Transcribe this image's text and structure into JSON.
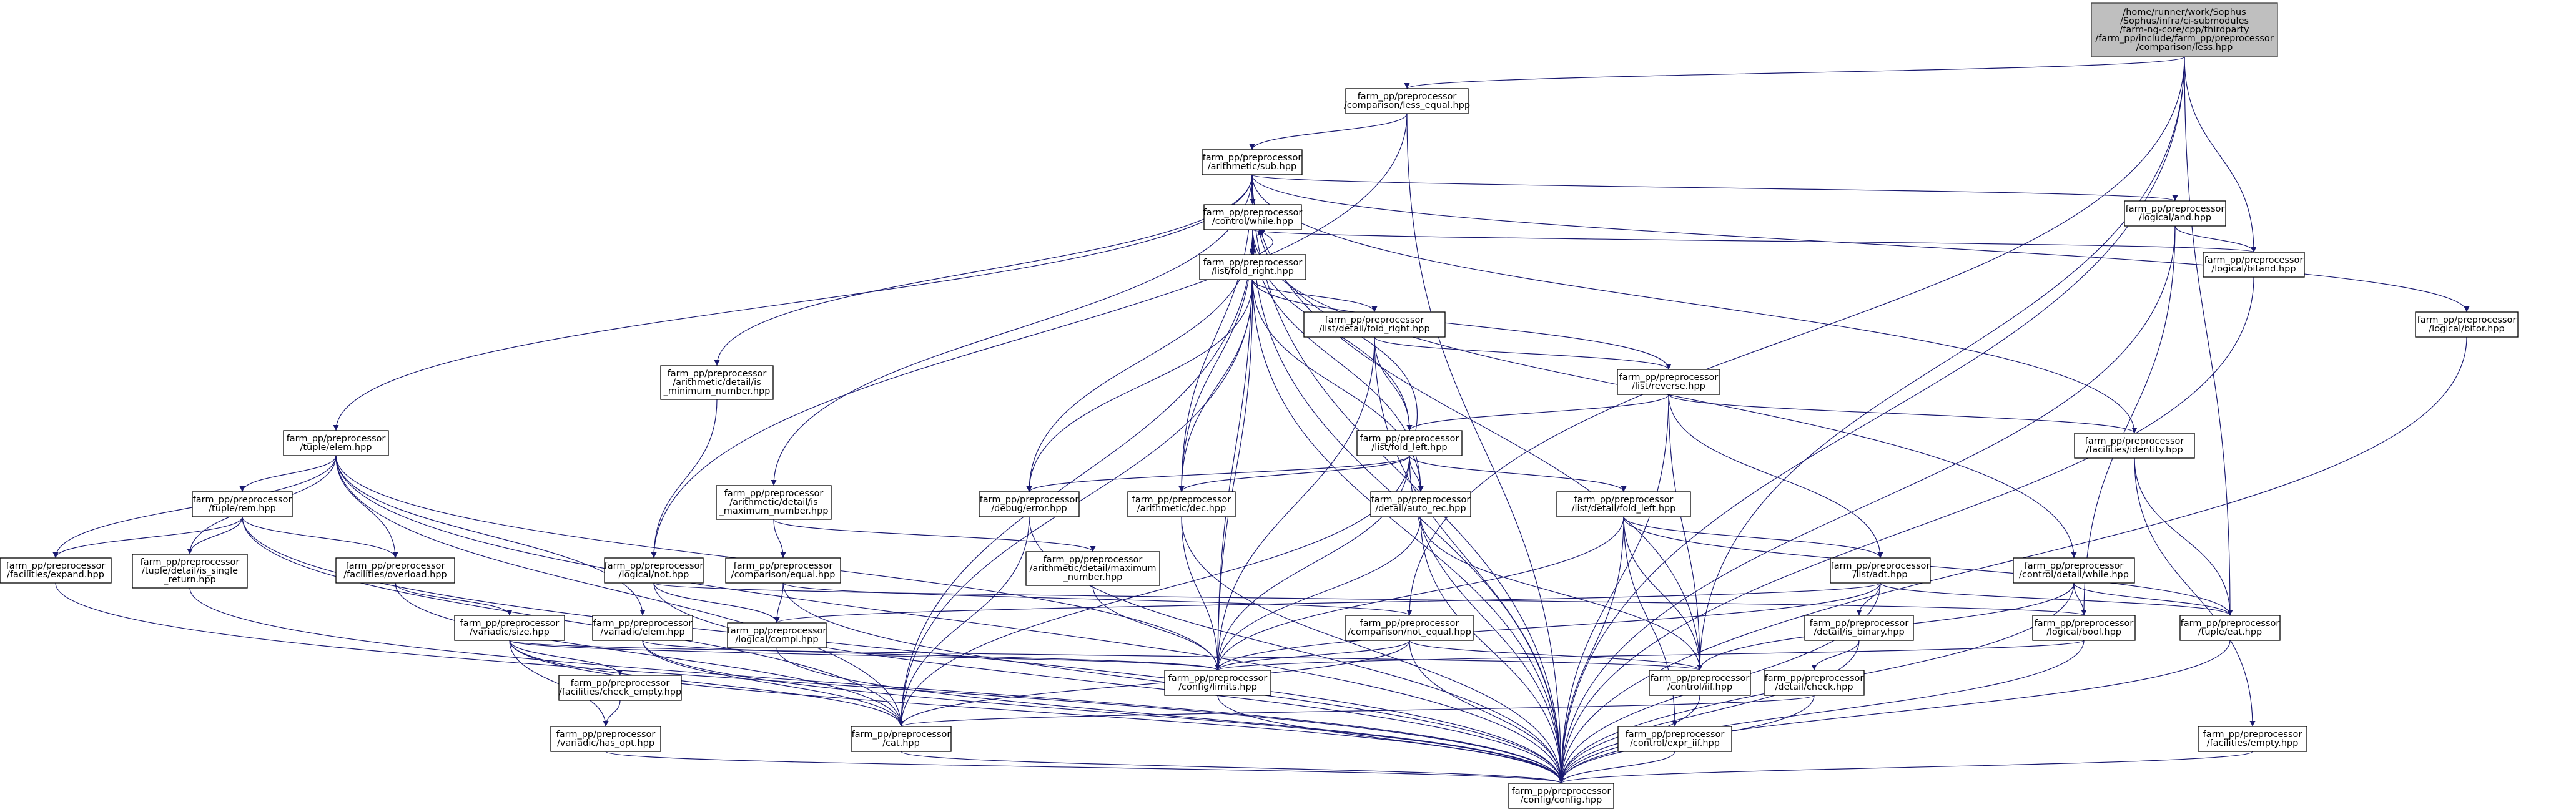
{
  "graph": {
    "colors": {
      "edge": "#191970",
      "node_fill": "#ffffff",
      "root_fill": "#bfbfbf",
      "node_border": "#000000",
      "root_border": "#404040"
    },
    "nodes": [
      {
        "id": "root",
        "lines": [
          "/home/runner/work/Sophus",
          "/Sophus/infra/ci-submodules",
          "/farm-ng-core/cpp/thirdparty",
          "/farm_pp/include/farm_pp/preprocessor",
          "/comparison/less.hpp"
        ],
        "root": true
      },
      {
        "id": "less_equal",
        "lines": [
          "farm_pp/preprocessor",
          "/comparison/less_equal.hpp"
        ]
      },
      {
        "id": "sub",
        "lines": [
          "farm_pp/preprocessor",
          "/arithmetic/sub.hpp"
        ]
      },
      {
        "id": "while",
        "lines": [
          "farm_pp/preprocessor",
          "/control/while.hpp"
        ]
      },
      {
        "id": "land",
        "lines": [
          "farm_pp/preprocessor",
          "/logical/and.hpp"
        ]
      },
      {
        "id": "bitand",
        "lines": [
          "farm_pp/preprocessor",
          "/logical/bitand.hpp"
        ]
      },
      {
        "id": "bitor",
        "lines": [
          "farm_pp/preprocessor",
          "/logical/bitor.hpp"
        ]
      },
      {
        "id": "fold_right",
        "lines": [
          "farm_pp/preprocessor",
          "/list/fold_right.hpp"
        ]
      },
      {
        "id": "detail_fold_right",
        "lines": [
          "farm_pp/preprocessor",
          "/list/detail/fold_right.hpp"
        ]
      },
      {
        "id": "reverse",
        "lines": [
          "farm_pp/preprocessor",
          "/list/reverse.hpp"
        ]
      },
      {
        "id": "fold_left",
        "lines": [
          "farm_pp/preprocessor",
          "/list/fold_left.hpp"
        ]
      },
      {
        "id": "identity",
        "lines": [
          "farm_pp/preprocessor",
          "/facilities/identity.hpp"
        ]
      },
      {
        "id": "is_min",
        "lines": [
          "farm_pp/preprocessor",
          "/arithmetic/detail/is",
          "_minimum_number.hpp"
        ]
      },
      {
        "id": "tuple_elem",
        "lines": [
          "farm_pp/preprocessor",
          "/tuple/elem.hpp"
        ]
      },
      {
        "id": "tuple_rem",
        "lines": [
          "farm_pp/preprocessor",
          "/tuple/rem.hpp"
        ]
      },
      {
        "id": "expand",
        "lines": [
          "farm_pp/preprocessor",
          "/facilities/expand.hpp"
        ]
      },
      {
        "id": "is_single",
        "lines": [
          "farm_pp/preprocessor",
          "/tuple/detail/is_single",
          "_return.hpp"
        ]
      },
      {
        "id": "overload",
        "lines": [
          "farm_pp/preprocessor",
          "/facilities/overload.hpp"
        ]
      },
      {
        "id": "is_max",
        "lines": [
          "farm_pp/preprocessor",
          "/arithmetic/detail/is",
          "_maximum_number.hpp"
        ]
      },
      {
        "id": "cmp_equal",
        "lines": [
          "farm_pp/preprocessor",
          "/comparison/equal.hpp"
        ]
      },
      {
        "id": "debug_error",
        "lines": [
          "farm_pp/preprocessor",
          "/debug/error.hpp"
        ]
      },
      {
        "id": "dec",
        "lines": [
          "farm_pp/preprocessor",
          "/arithmetic/dec.hpp"
        ]
      },
      {
        "id": "maximum_number",
        "lines": [
          "farm_pp/preprocessor",
          "/arithmetic/detail/maximum",
          "_number.hpp"
        ]
      },
      {
        "id": "auto_rec",
        "lines": [
          "farm_pp/preprocessor",
          "/detail/auto_rec.hpp"
        ]
      },
      {
        "id": "detail_fold_left",
        "lines": [
          "farm_pp/preprocessor",
          "/list/detail/fold_left.hpp"
        ]
      },
      {
        "id": "adt",
        "lines": [
          "farm_pp/preprocessor",
          "/list/adt.hpp"
        ]
      },
      {
        "id": "detail_while",
        "lines": [
          "farm_pp/preprocessor",
          "/control/detail/while.hpp"
        ]
      },
      {
        "id": "not",
        "lines": [
          "farm_pp/preprocessor",
          "/logical/not.hpp"
        ]
      },
      {
        "id": "compl",
        "lines": [
          "farm_pp/preprocessor",
          "/logical/compl.hpp"
        ]
      },
      {
        "id": "variadic_size",
        "lines": [
          "farm_pp/preprocessor",
          "/variadic/size.hpp"
        ]
      },
      {
        "id": "variadic_elem",
        "lines": [
          "farm_pp/preprocessor",
          "/variadic/elem.hpp"
        ]
      },
      {
        "id": "not_equal",
        "lines": [
          "farm_pp/preprocessor",
          "/comparison/not_equal.hpp"
        ]
      },
      {
        "id": "is_binary",
        "lines": [
          "farm_pp/preprocessor",
          "/detail/is_binary.hpp"
        ]
      },
      {
        "id": "bool",
        "lines": [
          "farm_pp/preprocessor",
          "/logical/bool.hpp"
        ]
      },
      {
        "id": "eat",
        "lines": [
          "farm_pp/preprocessor",
          "/tuple/eat.hpp"
        ]
      },
      {
        "id": "check_empty",
        "lines": [
          "farm_pp/preprocessor",
          "/facilities/check_empty.hpp"
        ]
      },
      {
        "id": "limits",
        "lines": [
          "farm_pp/preprocessor",
          "/config/limits.hpp"
        ]
      },
      {
        "id": "iif",
        "lines": [
          "farm_pp/preprocessor",
          "/control/iif.hpp"
        ]
      },
      {
        "id": "detail_check",
        "lines": [
          "farm_pp/preprocessor",
          "/detail/check.hpp"
        ]
      },
      {
        "id": "has_opt",
        "lines": [
          "farm_pp/preprocessor",
          "/variadic/has_opt.hpp"
        ]
      },
      {
        "id": "cat",
        "lines": [
          "farm_pp/preprocessor",
          "/cat.hpp"
        ]
      },
      {
        "id": "expr_iif",
        "lines": [
          "farm_pp/preprocessor",
          "/control/expr_iif.hpp"
        ]
      },
      {
        "id": "empty",
        "lines": [
          "farm_pp/preprocessor",
          "/facilities/empty.hpp"
        ]
      },
      {
        "id": "config",
        "lines": [
          "farm_pp/preprocessor",
          "/config/config.hpp"
        ]
      }
    ],
    "edges": [
      [
        "root",
        "less_equal"
      ],
      [
        "root",
        "not_equal"
      ],
      [
        "root",
        "iif"
      ],
      [
        "root",
        "bitand"
      ],
      [
        "root",
        "eat"
      ],
      [
        "root",
        "config"
      ],
      [
        "less_equal",
        "sub"
      ],
      [
        "less_equal",
        "not"
      ],
      [
        "less_equal",
        "config"
      ],
      [
        "sub",
        "tuple_elem"
      ],
      [
        "sub",
        "is_min"
      ],
      [
        "sub",
        "is_max"
      ],
      [
        "sub",
        "while"
      ],
      [
        "sub",
        "dec"
      ],
      [
        "sub",
        "land"
      ],
      [
        "sub",
        "bitor"
      ],
      [
        "sub",
        "identity"
      ],
      [
        "sub",
        "iif"
      ],
      [
        "sub",
        "config"
      ],
      [
        "while",
        "fold_right"
      ],
      [
        "while",
        "fold_left"
      ],
      [
        "while",
        "debug_error"
      ],
      [
        "while",
        "dec"
      ],
      [
        "while",
        "auto_rec"
      ],
      [
        "while",
        "detail_while"
      ],
      [
        "while",
        "bitand"
      ],
      [
        "while",
        "limits"
      ],
      [
        "while",
        "cat"
      ],
      [
        "while",
        "config"
      ],
      [
        "land",
        "bitand"
      ],
      [
        "land",
        "bool"
      ],
      [
        "land",
        "config"
      ],
      [
        "bitand",
        "config"
      ],
      [
        "bitor",
        "config"
      ],
      [
        "fold_right",
        "while"
      ],
      [
        "fold_right",
        "detail_fold_right"
      ],
      [
        "fold_right",
        "reverse"
      ],
      [
        "fold_right",
        "debug_error"
      ],
      [
        "fold_right",
        "dec"
      ],
      [
        "fold_right",
        "auto_rec"
      ],
      [
        "fold_right",
        "limits"
      ],
      [
        "fold_right",
        "cat"
      ],
      [
        "fold_right",
        "config"
      ],
      [
        "detail_fold_right",
        "fold_left"
      ],
      [
        "detail_fold_right",
        "reverse"
      ],
      [
        "detail_fold_right",
        "limits"
      ],
      [
        "detail_fold_right",
        "config"
      ],
      [
        "reverse",
        "fold_left"
      ],
      [
        "reverse",
        "adt"
      ],
      [
        "reverse",
        "iif"
      ],
      [
        "reverse",
        "config"
      ],
      [
        "reverse",
        "identity"
      ],
      [
        "fold_left",
        "while"
      ],
      [
        "fold_left",
        "debug_error"
      ],
      [
        "fold_left",
        "dec"
      ],
      [
        "fold_left",
        "auto_rec"
      ],
      [
        "fold_left",
        "detail_fold_left"
      ],
      [
        "fold_left",
        "limits"
      ],
      [
        "fold_left",
        "cat"
      ],
      [
        "fold_left",
        "config"
      ],
      [
        "identity",
        "eat"
      ],
      [
        "identity",
        "empty"
      ],
      [
        "is_min",
        "not"
      ],
      [
        "tuple_elem",
        "tuple_rem"
      ],
      [
        "tuple_elem",
        "expand"
      ],
      [
        "tuple_elem",
        "is_single"
      ],
      [
        "tuple_elem",
        "overload"
      ],
      [
        "tuple_elem",
        "variadic_elem"
      ],
      [
        "tuple_elem",
        "limits"
      ],
      [
        "tuple_elem",
        "cat"
      ],
      [
        "tuple_elem",
        "config"
      ],
      [
        "tuple_rem",
        "expand"
      ],
      [
        "tuple_rem",
        "is_single"
      ],
      [
        "tuple_rem",
        "overload"
      ],
      [
        "tuple_rem",
        "cat"
      ],
      [
        "tuple_rem",
        "config"
      ],
      [
        "expand",
        "config"
      ],
      [
        "is_single",
        "config"
      ],
      [
        "overload",
        "variadic_size"
      ],
      [
        "overload",
        "cat"
      ],
      [
        "is_max",
        "cmp_equal"
      ],
      [
        "is_max",
        "maximum_number"
      ],
      [
        "cmp_equal",
        "not_equal"
      ],
      [
        "cmp_equal",
        "compl"
      ],
      [
        "cmp_equal",
        "config"
      ],
      [
        "debug_error",
        "cat"
      ],
      [
        "debug_error",
        "config"
      ],
      [
        "dec",
        "limits"
      ],
      [
        "dec",
        "config"
      ],
      [
        "maximum_number",
        "limits"
      ],
      [
        "auto_rec",
        "iif"
      ],
      [
        "auto_rec",
        "limits"
      ],
      [
        "auto_rec",
        "config"
      ],
      [
        "detail_fold_left",
        "adt"
      ],
      [
        "detail_fold_left",
        "eat"
      ],
      [
        "detail_fold_left",
        "expr_iif"
      ],
      [
        "detail_fold_left",
        "iif"
      ],
      [
        "detail_fold_left",
        "limits"
      ],
      [
        "detail_fold_left",
        "config"
      ],
      [
        "adt",
        "is_binary"
      ],
      [
        "adt",
        "compl"
      ],
      [
        "adt",
        "eat"
      ],
      [
        "adt",
        "config"
      ],
      [
        "adt",
        "limits"
      ],
      [
        "detail_while",
        "bool"
      ],
      [
        "detail_while",
        "eat"
      ],
      [
        "detail_while",
        "iif"
      ],
      [
        "detail_while",
        "config"
      ],
      [
        "not",
        "bool"
      ],
      [
        "not",
        "compl"
      ],
      [
        "not",
        "config"
      ],
      [
        "compl",
        "config"
      ],
      [
        "variadic_size",
        "check_empty"
      ],
      [
        "variadic_size",
        "has_opt"
      ],
      [
        "variadic_size",
        "iif"
      ],
      [
        "variadic_size",
        "limits"
      ],
      [
        "variadic_size",
        "cat"
      ],
      [
        "variadic_size",
        "config"
      ],
      [
        "variadic_elem",
        "limits"
      ],
      [
        "variadic_elem",
        "cat"
      ],
      [
        "variadic_elem",
        "config"
      ],
      [
        "not_equal",
        "iif"
      ],
      [
        "not_equal",
        "limits"
      ],
      [
        "not_equal",
        "cat"
      ],
      [
        "not_equal",
        "config"
      ],
      [
        "is_binary",
        "detail_check"
      ],
      [
        "is_binary",
        "config"
      ],
      [
        "bool",
        "limits"
      ],
      [
        "bool",
        "config"
      ],
      [
        "eat",
        "config"
      ],
      [
        "check_empty",
        "has_opt"
      ],
      [
        "has_opt",
        "config"
      ],
      [
        "detail_check",
        "cat"
      ],
      [
        "detail_check",
        "config"
      ],
      [
        "iif",
        "config"
      ],
      [
        "cat",
        "config"
      ],
      [
        "expr_iif",
        "config"
      ],
      [
        "empty",
        "config"
      ],
      [
        "limits",
        "config"
      ]
    ]
  }
}
